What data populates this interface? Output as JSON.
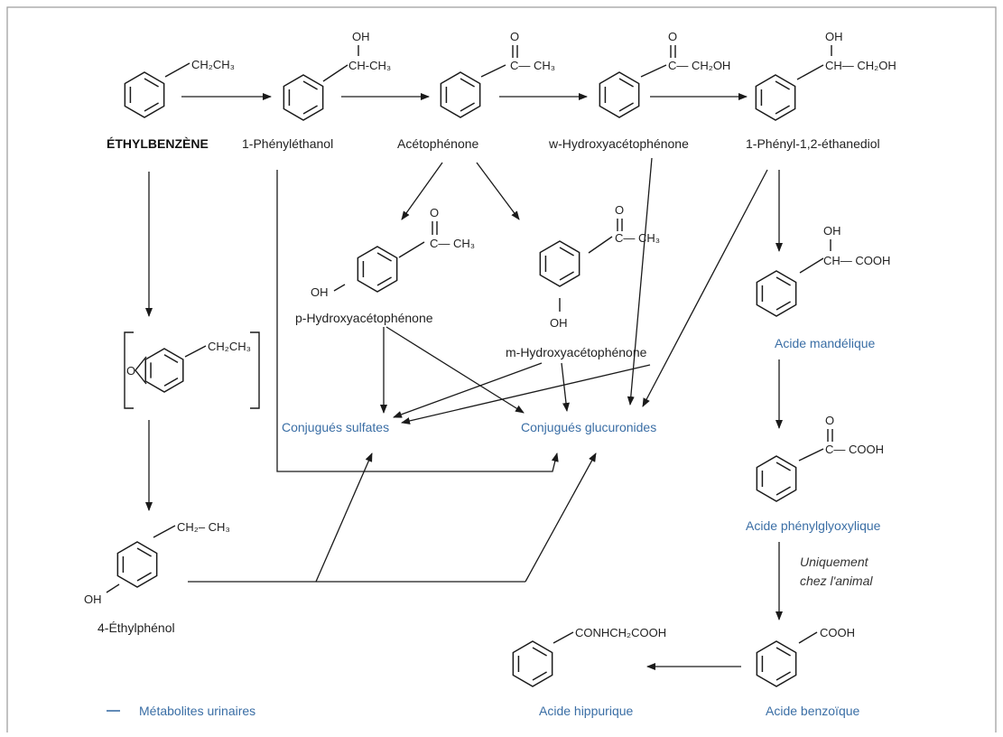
{
  "compounds": {
    "ethylbenzene": "ÉTHYLBENZÈNE",
    "phenylethanol": "1-Phényléthanol",
    "acetophenone": "Acétophénone",
    "w_hydroxyacetophenone": "w-Hydroxyacétophénone",
    "phenyl_ethanediol": "1-Phényl-1,2-éthanediol",
    "p_hydroxyacetophenone": "p-Hydroxyacétophénone",
    "m_hydroxyacetophenone": "m-Hydroxyacétophénone",
    "ethylphenol": "4-Éthylphénol"
  },
  "urinary_metabolites": {
    "sulfates": "Conjugués sulfates",
    "glucuronides": "Conjugués glucuronides",
    "mandelic": "Acide mandélique",
    "phenylglyoxylic": "Acide phénylglyoxylique",
    "benzoic": "Acide benzoïque",
    "hippuric": "Acide hippurique"
  },
  "groups": {
    "ch2ch3": "CH₂CH₃",
    "oh": "OH",
    "ch_ch3": "CH-CH₃",
    "o": "O",
    "c_ch3": "C— CH₃",
    "c_ch2oh": "C— CH₂OH",
    "ch_ch2oh": "CH— CH₂OH",
    "ch_cooh": "CH— COOH",
    "c_cooh": "C— COOH",
    "cooh": "COOH",
    "conhch2cooh": "CONHCH₂COOH",
    "c_ch3_m": "C— CH₃",
    "ch2_ch3": "CH₂– CH₃"
  },
  "annotation": {
    "line1": "Uniquement",
    "line2": "chez l'animal"
  },
  "legend": {
    "label": "Métabolites urinaires",
    "color": "#3a6ea5"
  }
}
